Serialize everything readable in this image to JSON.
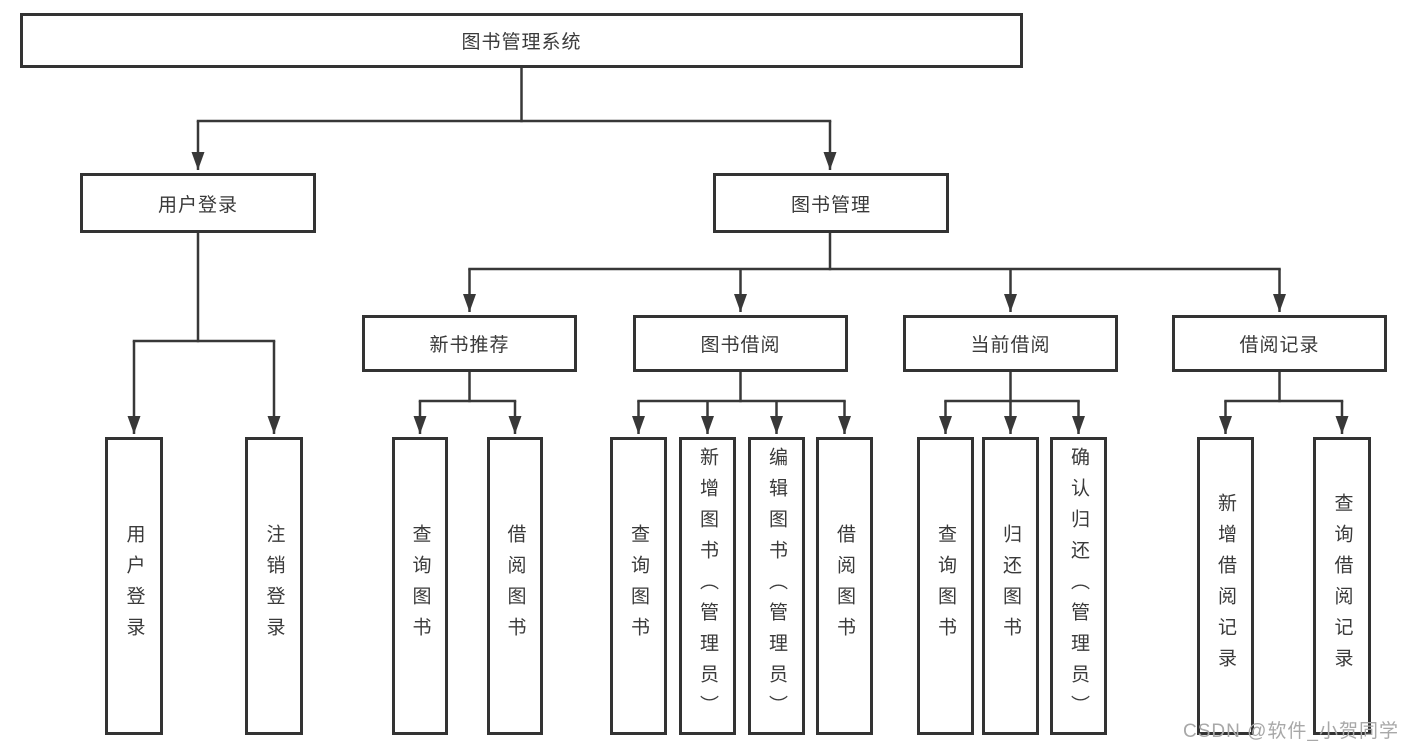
{
  "diagram": {
    "root": {
      "label": "图书管理系统"
    },
    "level2": {
      "user_login": {
        "label": "用户登录"
      },
      "book_mgmt": {
        "label": "图书管理"
      }
    },
    "level3": {
      "new_books": {
        "label": "新书推荐"
      },
      "borrowing": {
        "label": "图书借阅"
      },
      "current": {
        "label": "当前借阅"
      },
      "records": {
        "label": "借阅记录"
      }
    },
    "leaves": {
      "user_login_leaf": {
        "label": "用户登录"
      },
      "logout": {
        "label": "注销登录"
      },
      "nb_query": {
        "label": "查询图书"
      },
      "nb_borrow": {
        "label": "借阅图书"
      },
      "bw_query": {
        "label": "查询图书"
      },
      "bw_add": {
        "label": "新增图书（管理员）"
      },
      "bw_edit": {
        "label": "编辑图书（管理员）"
      },
      "bw_borrow": {
        "label": "借阅图书"
      },
      "cur_query": {
        "label": "查询图书"
      },
      "cur_return": {
        "label": "归还图书"
      },
      "cur_confirm": {
        "label": "确认归还（管理员）"
      },
      "rec_add": {
        "label": "新增借阅记录"
      },
      "rec_query": {
        "label": "查询借阅记录"
      }
    }
  },
  "watermark": {
    "text": "CSDN @软件_小贺同学"
  },
  "colors": {
    "line": "#383838",
    "box_border": "#333333",
    "text": "#3a3a3a",
    "watermark": "#a8a8a8",
    "background": "#ffffff"
  }
}
